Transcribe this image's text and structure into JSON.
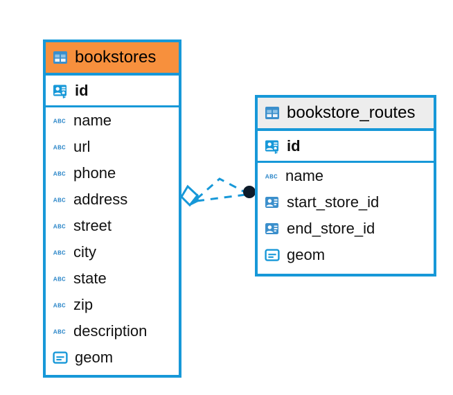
{
  "diagram": {
    "type": "entity-relationship-diagram",
    "background": "#ffffff",
    "accent_blue": "#1798d8",
    "accent_orange": "#f7903d",
    "header_gray": "#ededed",
    "connector_color": "#1798d8",
    "connector_endpoint_color": "#0d1b2a"
  },
  "entities": [
    {
      "name": "bookstores",
      "header_color": "#f7903d",
      "header_icon": "table-icon",
      "primary_key": {
        "name": "id",
        "icon": "primary-key-icon",
        "type": "integer"
      },
      "fields": [
        {
          "name": "name",
          "icon": "abc-text-icon",
          "type": "text"
        },
        {
          "name": "url",
          "icon": "abc-text-icon",
          "type": "text"
        },
        {
          "name": "phone",
          "icon": "abc-text-icon",
          "type": "text"
        },
        {
          "name": "address",
          "icon": "abc-text-icon",
          "type": "text"
        },
        {
          "name": "street",
          "icon": "abc-text-icon",
          "type": "text"
        },
        {
          "name": "city",
          "icon": "abc-text-icon",
          "type": "text"
        },
        {
          "name": "state",
          "icon": "abc-text-icon",
          "type": "text"
        },
        {
          "name": "zip",
          "icon": "abc-text-icon",
          "type": "text"
        },
        {
          "name": "description",
          "icon": "abc-text-icon",
          "type": "text"
        },
        {
          "name": "geom",
          "icon": "geometry-icon",
          "type": "geometry"
        }
      ]
    },
    {
      "name": "bookstore_routes",
      "header_color": "#ededed",
      "header_icon": "table-icon",
      "primary_key": {
        "name": "id",
        "icon": "primary-key-icon",
        "type": "integer"
      },
      "fields": [
        {
          "name": "name",
          "icon": "abc-text-icon",
          "type": "text"
        },
        {
          "name": "start_store_id",
          "icon": "foreign-key-icon",
          "type": "reference"
        },
        {
          "name": "end_store_id",
          "icon": "foreign-key-icon",
          "type": "reference"
        },
        {
          "name": "geom",
          "icon": "geometry-icon",
          "type": "geometry"
        }
      ]
    }
  ],
  "relationships": [
    {
      "from": "bookstores",
      "to": "bookstore_routes",
      "from_marker": "diamond-outline",
      "to_marker": "filled-circle",
      "line_style": "dashed"
    }
  ]
}
